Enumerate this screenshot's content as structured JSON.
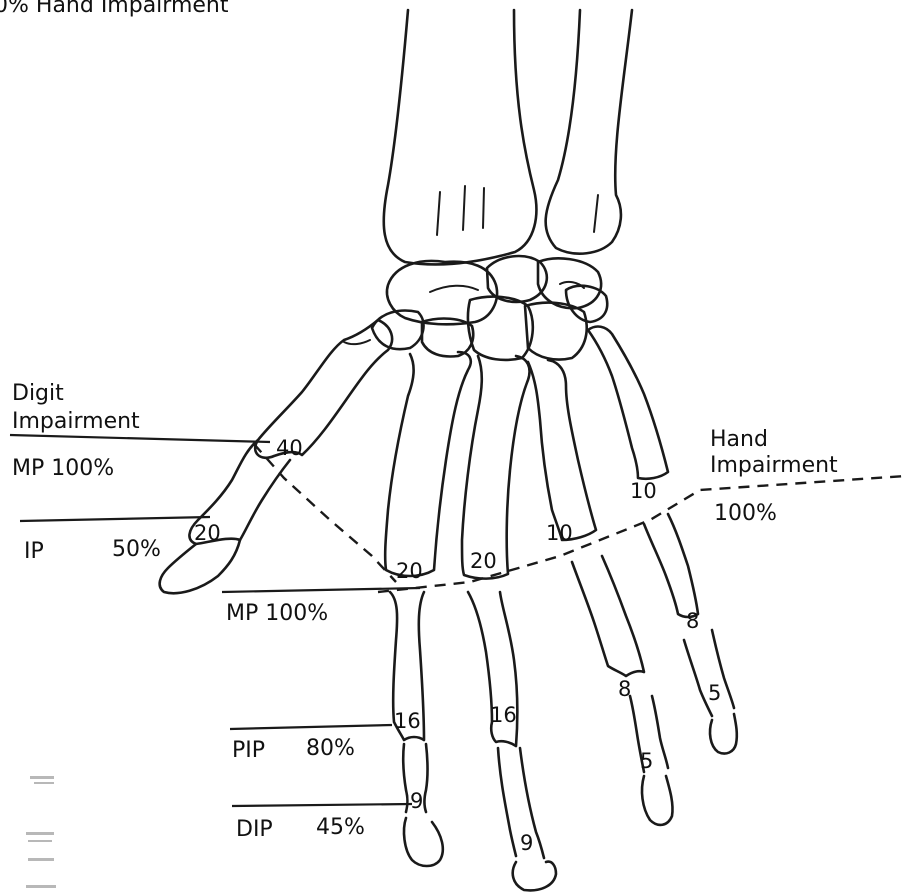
{
  "header_text": "0% Hand Impairment",
  "left_heading": [
    "Digit",
    "Impairment"
  ],
  "right_heading": [
    "Hand",
    "Impairment"
  ],
  "right_value": "100%",
  "rows": {
    "thumb_mp": "MP 100%",
    "thumb_ip_name": "IP",
    "thumb_ip_value": "50%",
    "finger_mp": "MP 100%",
    "finger_pip_name": "PIP",
    "finger_pip_value": "80%",
    "finger_dip_name": "DIP",
    "finger_dip_value": "45%"
  },
  "values": {
    "thumb": [
      "40",
      "20"
    ],
    "index": [
      "20",
      "16",
      "9"
    ],
    "middle": [
      "20",
      "16",
      "9"
    ],
    "ring": [
      "10",
      "8",
      "5"
    ],
    "little": [
      "10",
      "8",
      "5"
    ]
  }
}
